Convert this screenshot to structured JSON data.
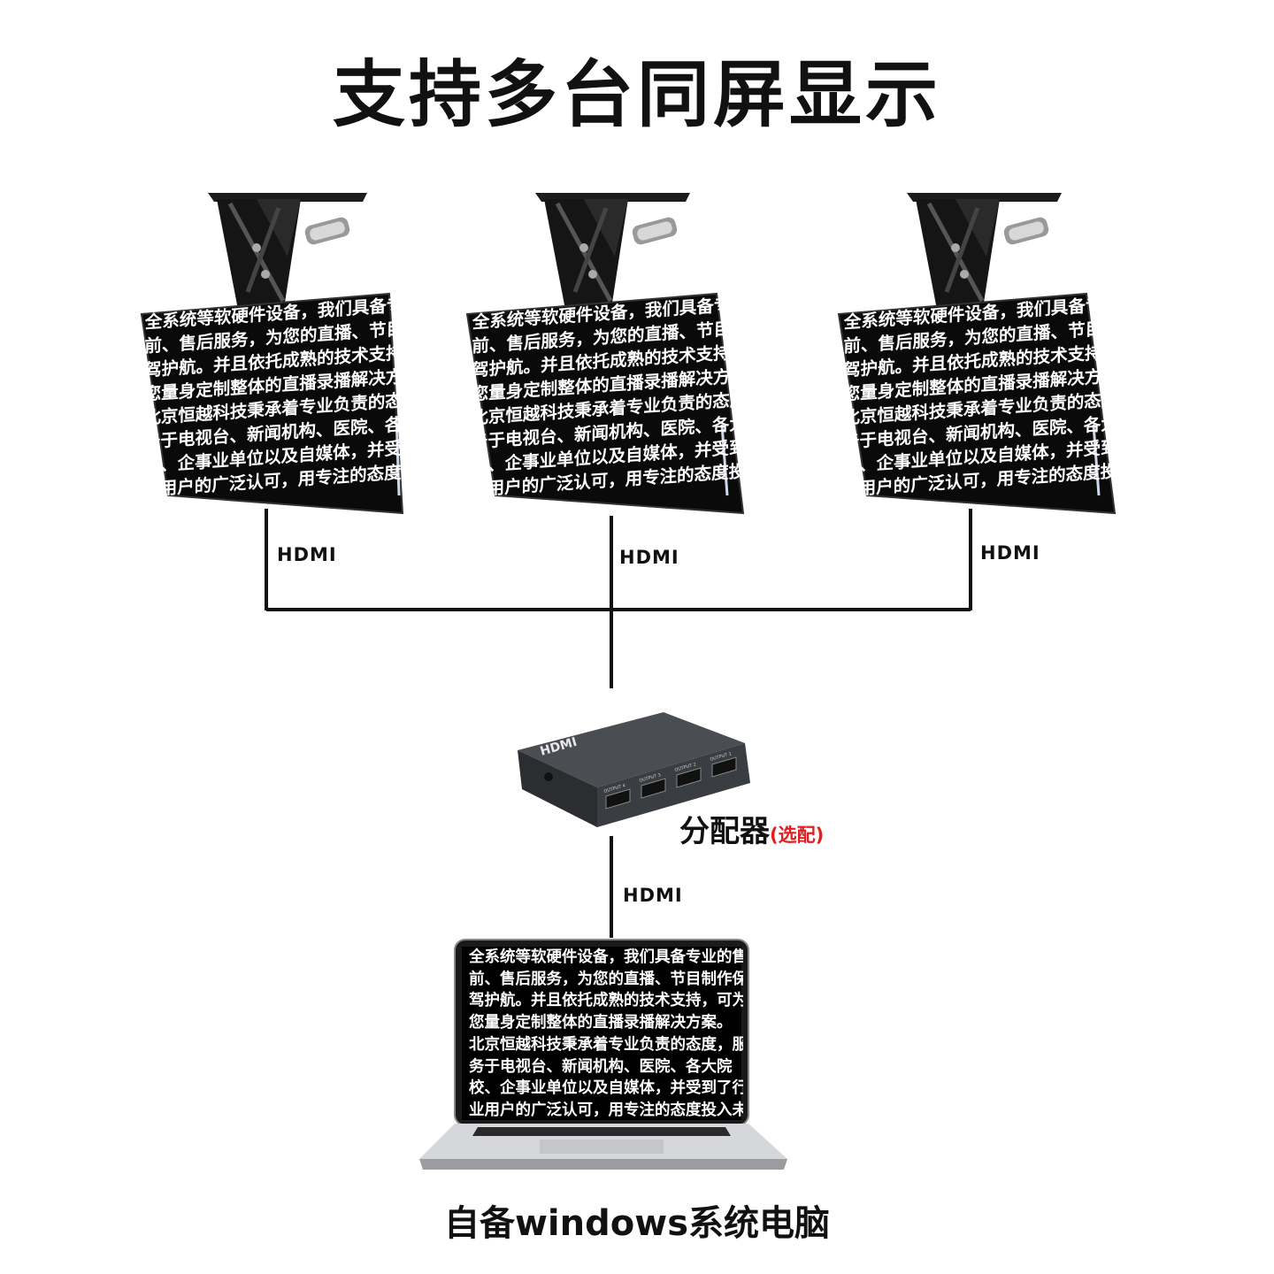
{
  "title": "支持多台同屏显示",
  "screen_lines": [
    "全系统等软硬件设备，我们具备专业的售",
    "前、售后服务，为您的直播、节目制作保",
    "驾护航。并且依托成熟的技术支持，可为",
    "您量身定制整体的直播录播解决方案。",
    "北京恒越科技秉承着专业负责的态度，服",
    "务于电视台、新闻机构、医院、各大院",
    "校、企事业单位以及自媒体，并受到了行",
    "业用户的广泛认可，用专注的态度投入未"
  ],
  "connections": {
    "monitor_left": "HDMI",
    "monitor_center": "HDMI",
    "monitor_right": "HDMI",
    "splitter_to_laptop": "HDMI"
  },
  "splitter": {
    "label": "分配器",
    "optional_note": "(选配)",
    "brand_text": "HDMI",
    "port_labels": [
      "OUTPUT 4",
      "OUTPUT 3",
      "OUTPUT 2",
      "OUTPUT 1"
    ]
  },
  "laptop": {
    "caption": "自备windows系统电脑"
  },
  "colors": {
    "line": "#111111",
    "screen": "#000000",
    "screen_text": "#ffffff",
    "optional_note": "#e02020"
  }
}
